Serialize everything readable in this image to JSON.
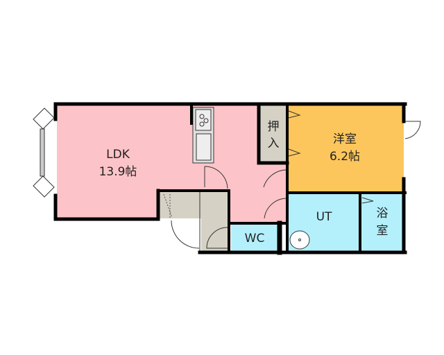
{
  "rooms": {
    "ldk": {
      "name": "LDK",
      "size": "13.9帖",
      "color": "#fcc4c8"
    },
    "western": {
      "name": "洋室",
      "size": "6.2帖",
      "color": "#fcc65c"
    },
    "closet": {
      "line1": "押",
      "line2": "入",
      "color": "#d5d2c5"
    },
    "ut": {
      "name": "UT",
      "color": "#b4f0fc"
    },
    "bath": {
      "line1": "浴",
      "line2": "室",
      "color": "#b4f0fc"
    },
    "wc": {
      "name": "WC",
      "color": "#b4f0fc"
    },
    "entrance": {
      "color": "#d5d2c5"
    }
  }
}
